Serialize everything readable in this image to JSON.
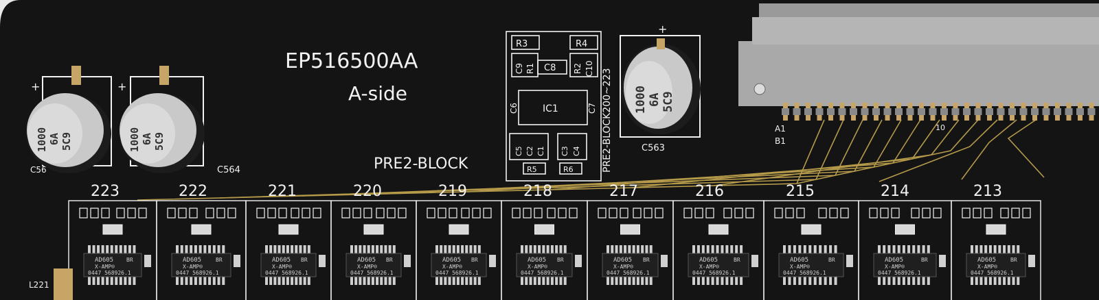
{
  "board": {
    "part_number": "EP516500AA",
    "side": "A-side",
    "block_label": "PRE2-BLOCK",
    "block_range": "PRE2-BLOCK200~223",
    "ic_label": "IC1",
    "components": {
      "r3": "R3",
      "r4": "R4",
      "r1": "R1",
      "r2": "R2",
      "c9": "C9",
      "c8": "C8",
      "c10": "C10",
      "c6": "C6",
      "c7": "C7",
      "c5": "C5",
      "c2": "C2",
      "c1": "C1",
      "c3": "C3",
      "c4": "C4",
      "r5": "R5",
      "r6": "R6"
    },
    "cap_labels": {
      "c563": "C563",
      "c564": "C564",
      "c56x": "C56",
      "l221": "L221"
    },
    "capacitor_marking": {
      "line1": "1000",
      "line2": "6A",
      "line3": "5C9"
    },
    "plus_sign": "+",
    "connector_labels": {
      "a1": "A1",
      "b1": "B1",
      "pin10": "10"
    },
    "channels": [
      "223",
      "222",
      "221",
      "220",
      "219",
      "218",
      "217",
      "216",
      "215",
      "214",
      "213"
    ],
    "chip": {
      "model": "AD605",
      "brand": "X-AMP®",
      "suffix": "BR",
      "lot": "0447 568926.1"
    }
  },
  "colors": {
    "pcb": "#141414",
    "silkscreen": "#f2f2f2",
    "trace": "#b59a4a",
    "connector": "#a9a9a9",
    "capacitor": "#c9c9c9",
    "background": "#e8e8e8"
  }
}
